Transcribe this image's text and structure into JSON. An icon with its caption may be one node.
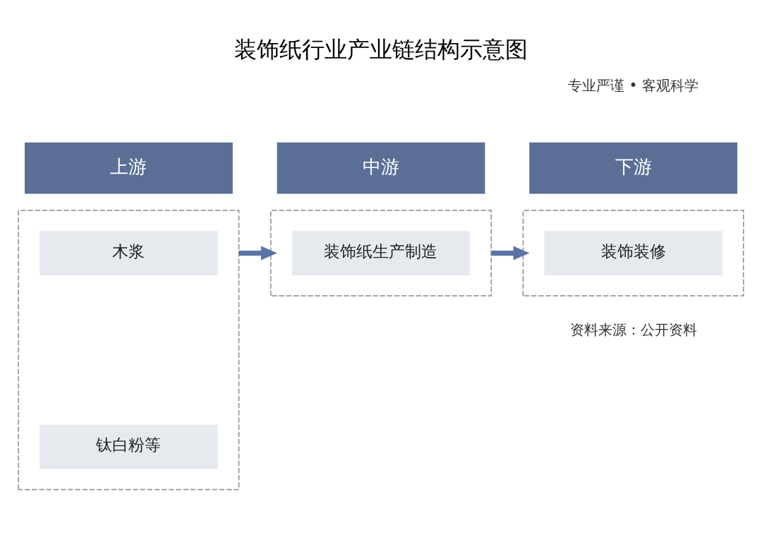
{
  "diagram": {
    "title": "装饰纸行业产业链结构示意图",
    "nodes": [
      {
        "text": [
          "上游"
        ]
      },
      {
        "text": [
          "中游"
        ]
      },
      {
        "text": [
          "下游"
        ]
      },
      {
        "text": [],
        "shape": "box"
      },
      {
        "text": [
          "木浆"
        ],
        "in": 3
      },
      {
        "text": [
          "钛白粉等"
        ],
        "in": 3
      },
      {
        "text": [],
        "shape": "box"
      },
      {
        "text": [
          "装饰纸生产制造"
        ],
        "in": 6
      },
      {
        "text": [],
        "shape": "box"
      },
      {
        "text": [
          "装饰装修"
        ],
        "in": 8
      }
    ],
    "edges": [
      {
        "from": 3,
        "to": 6,
        "arrow": "to"
      },
      {
        "from": 6,
        "to": 8,
        "arrow": "to"
      }
    ],
    "labels": [
      "专业严谨 • 客观科学",
      "资料来源：公开资料"
    ]
  }
}
